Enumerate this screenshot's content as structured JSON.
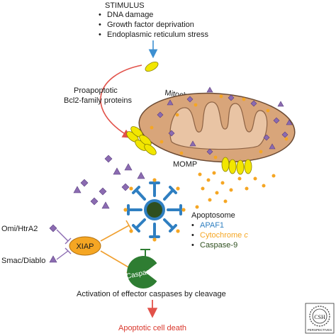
{
  "stimulus": {
    "title": "STIMULUS",
    "items": [
      "DNA damage",
      "Growth factor deprivation",
      "Endoplasmic reticulum stress"
    ]
  },
  "labels": {
    "proapoptotic_line1": "Proapoptotic",
    "proapoptotic_line2": "Bcl2-family proteins",
    "mitochondrial_membrane": "Mitochondrial outer membrane",
    "momp": "MOMP",
    "apoptosome": "Apoptosome",
    "omi": "Omi/HtrA2",
    "smac": "Smac/Diablo",
    "xiap": "XIAP",
    "caspase": "Caspase",
    "activation": "Activation of effector caspases by cleavage",
    "cell_death": "Apoptotic cell death",
    "logo": "CSH PERSPECTIVES"
  },
  "legend": [
    {
      "label": "APAF1",
      "color": "#2f7fc1"
    },
    {
      "label": "Cytochrome ",
      "label_italic": "c",
      "color": "#f5a623"
    },
    {
      "label": "Caspase-9",
      "color": "#2f4f1f"
    }
  ],
  "colors": {
    "mito_fill": "#d8a57a",
    "mito_inner": "#e9c4a4",
    "protein_yellow": "#f2e600",
    "diamond_purple": "#8b6bb1",
    "cyto_orange": "#f5a623",
    "apaf_blue": "#2f7fc1",
    "casp9_green": "#2f4f1f",
    "caspase_green": "#2e7d32",
    "death_red": "#d9362b",
    "arrow_blue": "#3d8fd1",
    "arrow_red": "#e2524a",
    "inhibit_orange": "#f0a030"
  }
}
